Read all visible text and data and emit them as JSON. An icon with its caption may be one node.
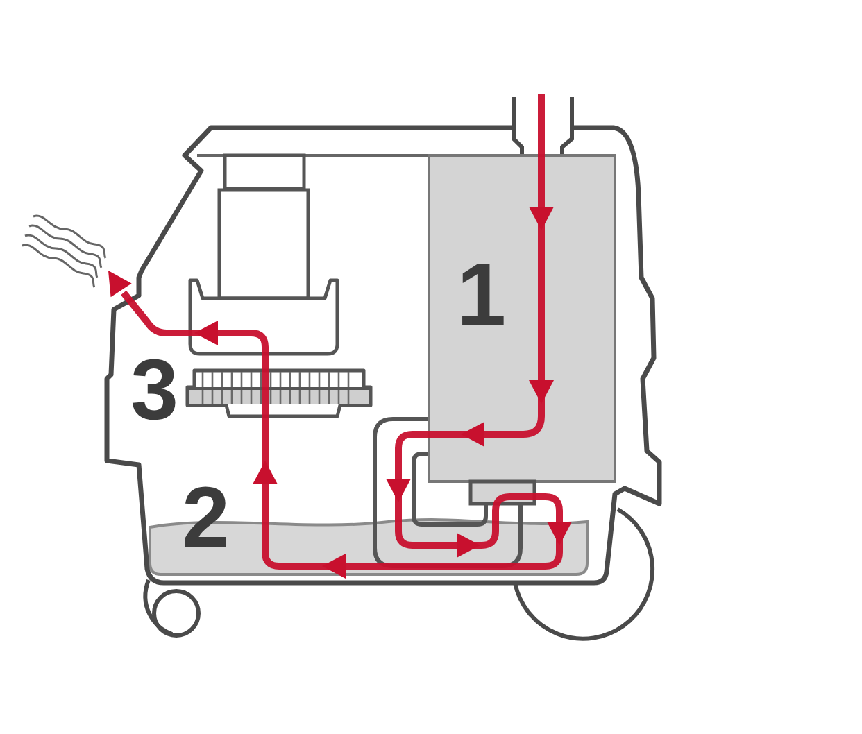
{
  "diagram": {
    "labels": [
      "1",
      "3",
      "2"
    ]
  }
}
